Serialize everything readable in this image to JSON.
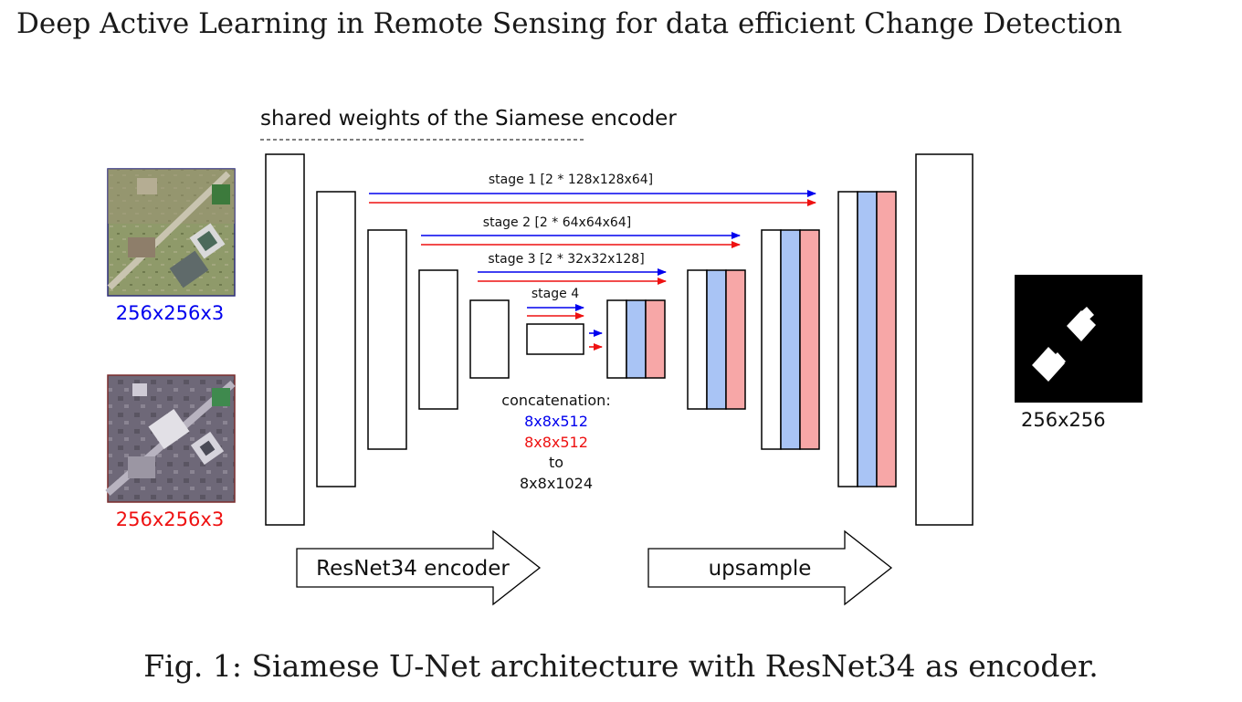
{
  "page": {
    "header": "Deep Active Learning in Remote Sensing for data efficient Change Detection",
    "caption": "Fig. 1: Siamese U-Net architecture with ResNet34 as encoder."
  },
  "diagram": {
    "shared_weights_label": "shared weights of the Siamese encoder",
    "input_1_dims": "256x256x3",
    "input_2_dims": "256x256x3",
    "output_dims": "256x256",
    "skip_stages": [
      "stage 1 [2 * 128x128x64]",
      "stage 2 [2 * 64x64x64]",
      "stage 3 [2 * 32x32x128]",
      "stage 4"
    ],
    "concatenation": {
      "title": "concatenation:",
      "blue": "8x8x512",
      "red": "8x8x512",
      "to": "to",
      "result": "8x8x1024"
    },
    "encoder_label": "ResNet34 encoder",
    "decoder_label": "upsample"
  },
  "colors": {
    "image_1": "#0000ee",
    "image_2": "#ee1111",
    "blue_fill": "#a9c4f5",
    "red_fill": "#f7a7a7",
    "mask_background": "#000000",
    "mask_foreground": "#ffffff"
  }
}
